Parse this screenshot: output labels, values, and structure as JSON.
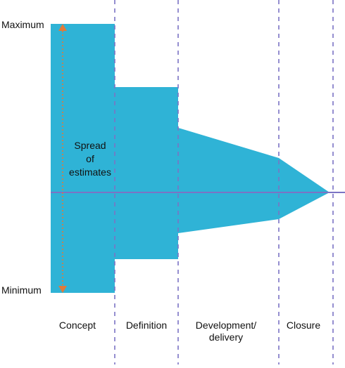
{
  "labels": {
    "maximum": "Maximum",
    "minimum": "Minimum",
    "spread_line1": "Spread",
    "spread_line2": "of",
    "spread_line3": "estimates"
  },
  "phases": [
    {
      "line1": "Concept",
      "line2": ""
    },
    {
      "line1": "Definition",
      "line2": ""
    },
    {
      "line1": "Development/",
      "line2": "delivery"
    },
    {
      "line1": "Closure",
      "line2": ""
    }
  ],
  "colors": {
    "funnel": "#2fb3d6",
    "divider": "#7b73c4",
    "axis": "#7b73c4",
    "arrow": "#e07a3a"
  }
}
